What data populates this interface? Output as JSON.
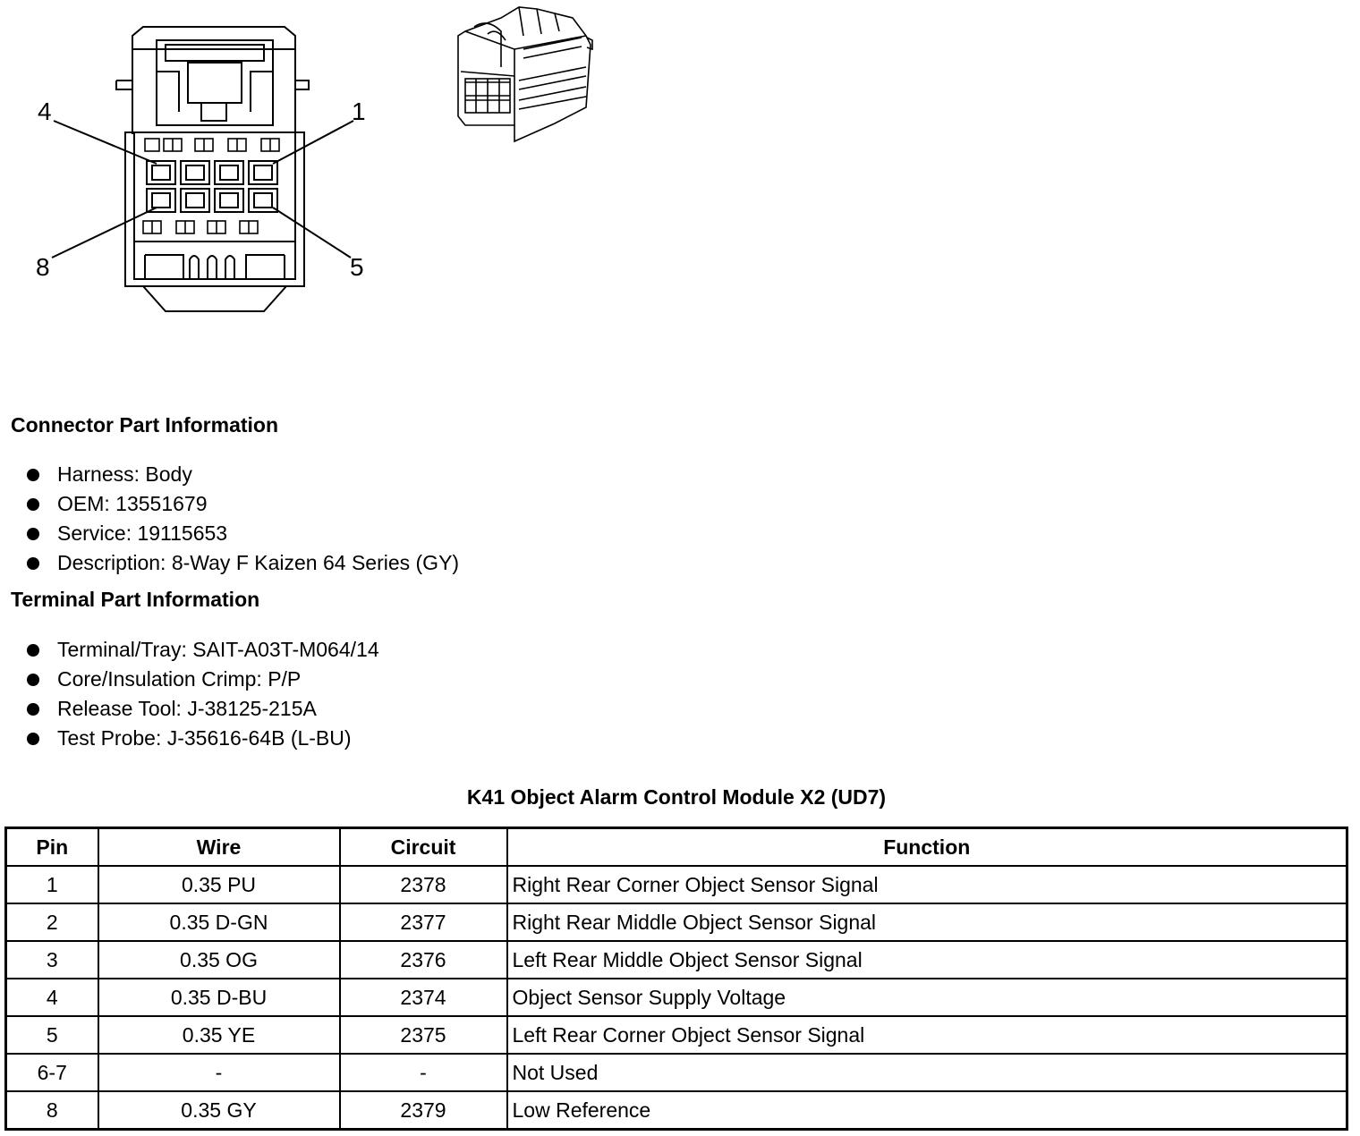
{
  "connector_diagram": {
    "pin_labels": {
      "top_left": "4",
      "top_right": "1",
      "bottom_left": "8",
      "bottom_right": "5"
    }
  },
  "connector_part_info": {
    "title": "Connector Part Information",
    "items": [
      "Harness: Body",
      "OEM: 13551679",
      "Service: 19115653",
      "Description: 8-Way F Kaizen 64 Series (GY)"
    ]
  },
  "terminal_part_info": {
    "title": "Terminal Part Information",
    "items": [
      "Terminal/Tray: SAIT-A03T-M064/14",
      "Core/Insulation Crimp: P/P",
      "Release Tool: J-38125-215A",
      "Test Probe: J-35616-64B (L-BU)"
    ]
  },
  "pin_table": {
    "title": "K41 Object Alarm Control Module X2 (UD7)",
    "headers": {
      "pin": "Pin",
      "wire": "Wire",
      "circuit": "Circuit",
      "function": "Function"
    },
    "rows": [
      {
        "pin": "1",
        "wire": "0.35 PU",
        "circuit": "2378",
        "function": "Right Rear Corner Object Sensor Signal"
      },
      {
        "pin": "2",
        "wire": "0.35 D-GN",
        "circuit": "2377",
        "function": "Right Rear Middle Object Sensor Signal"
      },
      {
        "pin": "3",
        "wire": "0.35 OG",
        "circuit": "2376",
        "function": "Left Rear Middle Object Sensor Signal"
      },
      {
        "pin": "4",
        "wire": "0.35 D-BU",
        "circuit": "2374",
        "function": "Object Sensor Supply Voltage"
      },
      {
        "pin": "5",
        "wire": "0.35 YE",
        "circuit": "2375",
        "function": "Left Rear Corner Object Sensor Signal"
      },
      {
        "pin": "6-7",
        "wire": "-",
        "circuit": "-",
        "function": "Not Used"
      },
      {
        "pin": "8",
        "wire": "0.35 GY",
        "circuit": "2379",
        "function": "Low Reference"
      }
    ]
  }
}
